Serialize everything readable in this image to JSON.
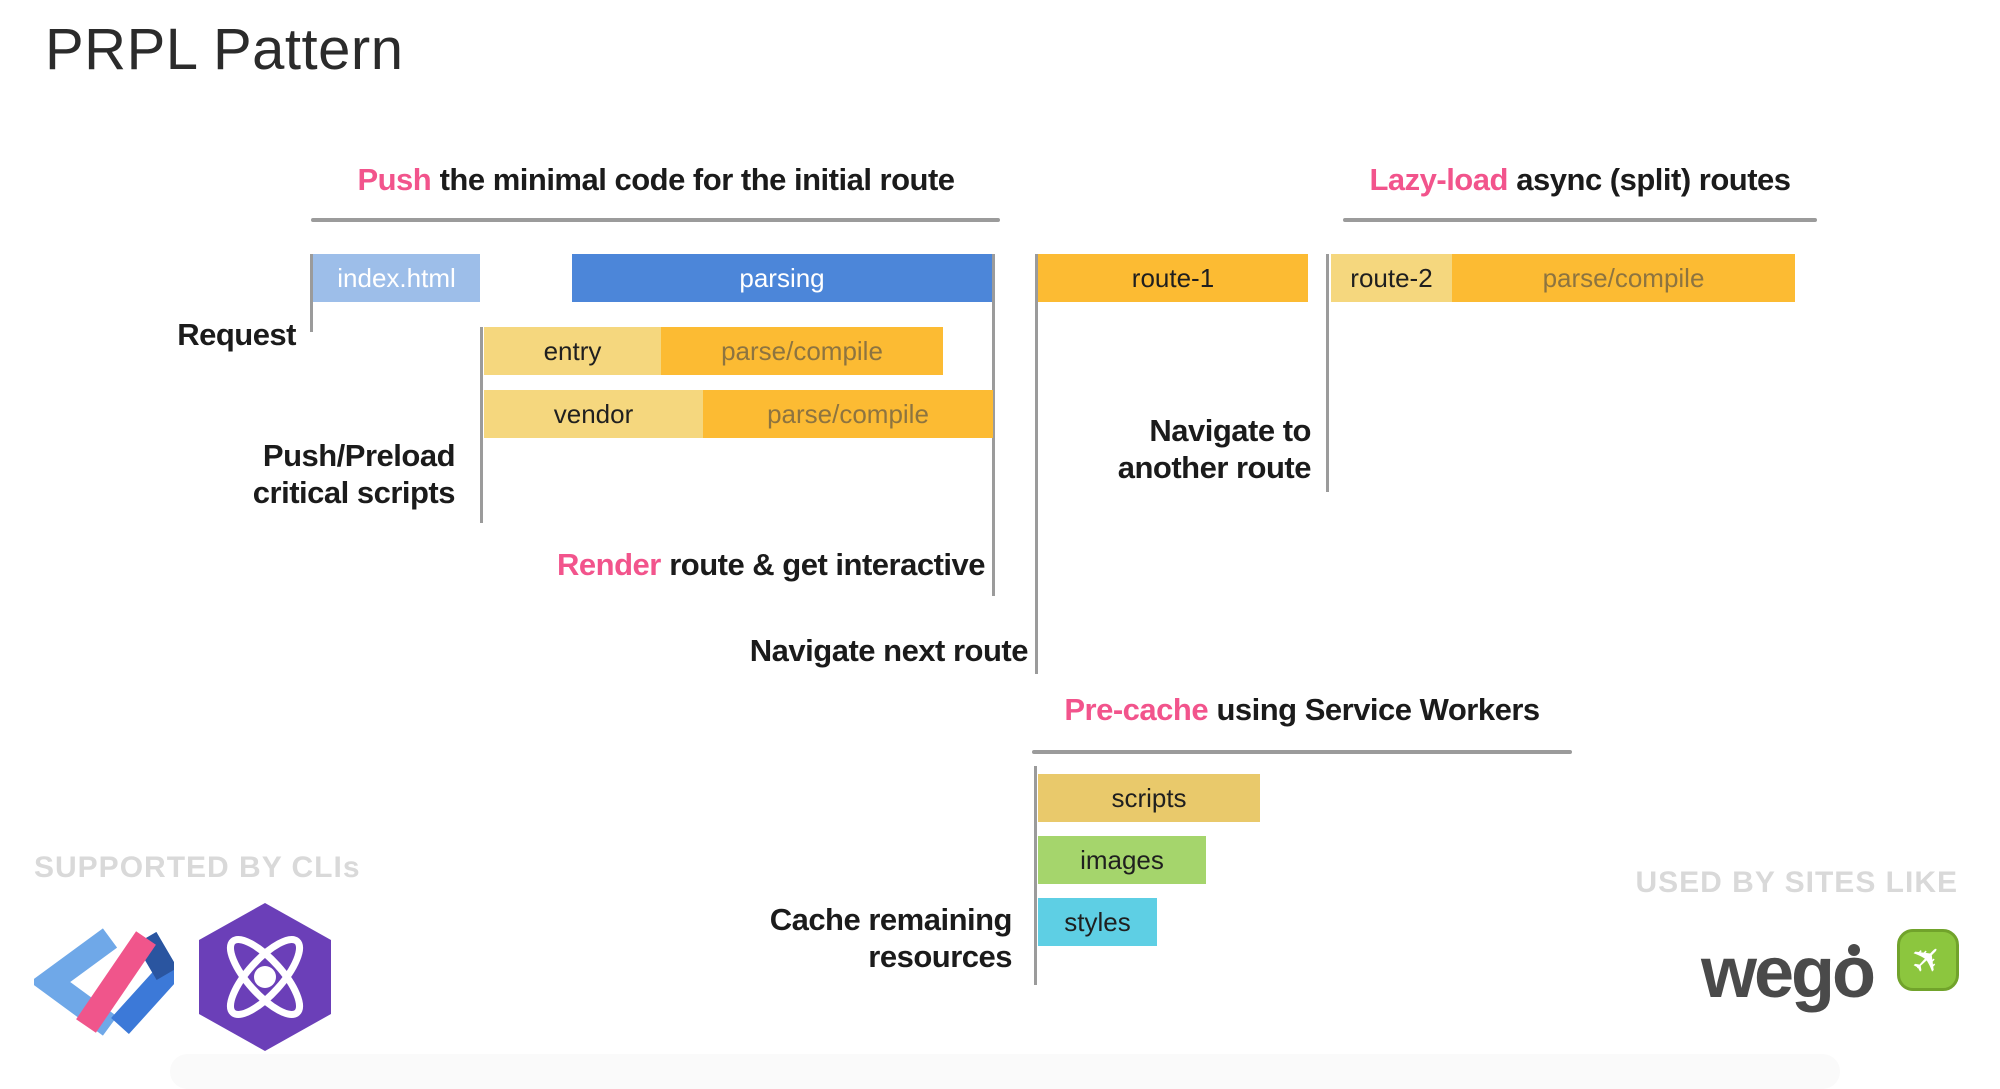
{
  "title": "PRPL Pattern",
  "headings": {
    "push": {
      "accent": "Push",
      "rest": "the minimal code for the initial route"
    },
    "lazy": {
      "accent": "Lazy-load",
      "rest": "async (split) routes"
    },
    "precache": {
      "accent": "Pre-cache",
      "rest": "using Service Workers"
    },
    "render": {
      "accent": "Render",
      "rest": "route & get interactive"
    }
  },
  "labels": {
    "request": "Request",
    "push_preload": [
      "Push/Preload",
      "critical scripts"
    ],
    "navigate_another": [
      "Navigate to",
      "another route"
    ],
    "navigate_next": "Navigate next route",
    "cache_remaining": [
      "Cache remaining",
      "resources"
    ]
  },
  "bars": {
    "index_html": "index.html",
    "parsing": "parsing",
    "route1": "route-1",
    "route2": "route-2",
    "parse_compile": "parse/compile",
    "entry": "entry",
    "vendor": "vendor",
    "scripts": "scripts",
    "images": "images",
    "styles": "styles"
  },
  "footer": {
    "supported_by": "SUPPORTED BY CLIs",
    "used_by": "USED BY SITES LIKE",
    "wego_text": "wego"
  },
  "icons": {
    "polymer": "polymer-logo",
    "preact": "preact-logo",
    "wego_plane": "airplane-icon"
  },
  "colors": {
    "accent_pink": "#F2548C",
    "bar_blue": "#4C86D9",
    "bar_light_blue": "#9DBEE9",
    "bar_orange": "#FCBB33",
    "bar_light_yellow": "#F5D77E",
    "bar_muted_yellow": "#E9C96B",
    "bar_green": "#A5D56C",
    "bar_cyan": "#5ECFE4",
    "tick_gray": "#9B9B9B",
    "label_gray": "#D9D9D9",
    "wego_green": "#8CC63E",
    "wego_dark": "#4A4A4A",
    "parse_compile_text": "#8D7440"
  }
}
